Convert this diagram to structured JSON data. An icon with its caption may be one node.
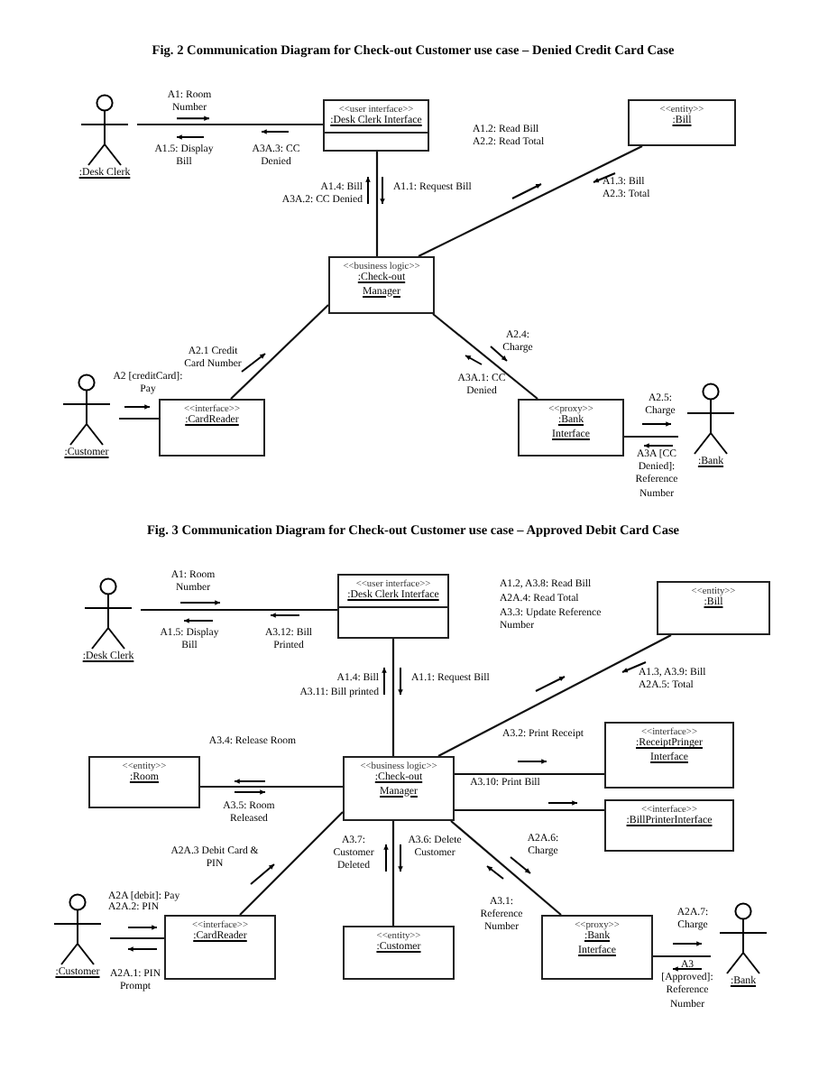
{
  "diagram": {
    "nodes": [
      {
        "text": [
          ":Desk Clerk"
        ]
      },
      {
        "text": [
          "<<user interface>>",
          ":Desk Clerk Interface"
        ]
      },
      {
        "text": [
          "<<entity>>",
          ":Bill"
        ]
      },
      {
        "text": [
          "<<business logic>>",
          ":Check-out Manager"
        ]
      },
      {
        "text": [
          ":Customer"
        ]
      },
      {
        "text": [
          "<<interface>>",
          ":CardReader"
        ]
      },
      {
        "text": [
          "<<proxy>>",
          ":Bank Interface"
        ]
      },
      {
        "text": [
          ":Bank"
        ]
      },
      {
        "text": [
          ":Desk Clerk"
        ]
      },
      {
        "text": [
          "<<user interface>>",
          ":Desk Clerk Interface"
        ]
      },
      {
        "text": [
          "<<entity>>",
          ":Bill"
        ]
      },
      {
        "text": [
          "<<entity>>",
          ":Room"
        ]
      },
      {
        "text": [
          "<<business logic>>",
          ":Check-out Manager"
        ]
      },
      {
        "text": [
          "<<interface>>",
          ":ReceiptPringer Interface"
        ]
      },
      {
        "text": [
          "<<interface>>",
          ":BillPrinterInterface"
        ]
      },
      {
        "text": [
          ":Customer"
        ]
      },
      {
        "text": [
          "<<interface>>",
          ":CardReader"
        ]
      },
      {
        "text": [
          "<<entity>>",
          ":Customer"
        ]
      },
      {
        "text": [
          "<<proxy>>",
          ":Bank Interface"
        ]
      },
      {
        "text": [
          ":Bank"
        ]
      }
    ],
    "edges": [
      {
        "from": 0,
        "to": 1,
        "arrow": "none"
      },
      {
        "from": 1,
        "to": 3,
        "arrow": "none"
      },
      {
        "from": 3,
        "to": 2,
        "arrow": "none"
      },
      {
        "from": 4,
        "to": 5,
        "arrow": "none"
      },
      {
        "from": 5,
        "to": 3,
        "arrow": "none"
      },
      {
        "from": 3,
        "to": 6,
        "arrow": "none"
      },
      {
        "from": 6,
        "to": 7,
        "arrow": "none"
      },
      {
        "from": 8,
        "to": 9,
        "arrow": "none"
      },
      {
        "from": 9,
        "to": 12,
        "arrow": "none"
      },
      {
        "from": 12,
        "to": 10,
        "arrow": "none"
      },
      {
        "from": 11,
        "to": 12,
        "arrow": "none"
      },
      {
        "from": 12,
        "to": 13,
        "arrow": "none"
      },
      {
        "from": 12,
        "to": 14,
        "arrow": "none"
      },
      {
        "from": 15,
        "to": 16,
        "arrow": "none"
      },
      {
        "from": 16,
        "to": 12,
        "arrow": "none"
      },
      {
        "from": 12,
        "to": 17,
        "arrow": "none"
      },
      {
        "from": 12,
        "to": 18,
        "arrow": "none"
      },
      {
        "from": 18,
        "to": 19,
        "arrow": "none"
      }
    ],
    "labels": [
      "Fig. 2 Communication Diagram for Check-out Customer use case – Denied Credit Card Case",
      "A1: Room Number",
      "A1.2: Read Bill",
      "A2.2: Read Total",
      "A1.5: Display Bill",
      "A3A.3: CC Denied",
      "A1.3: Bill",
      "A2.3: Total",
      "A1.4: Bill",
      "A3A.2: CC Denied",
      "A1.1: Request Bill",
      "A2.4: Charge",
      "A2.1 Credit Card Number",
      "A2 [creditCard]: Pay",
      "A3A.1: CC Denied",
      "A2.5: Charge",
      "A3A [CC Denied]: Reference Number",
      "Fig. 3 Communication Diagram for Check-out Customer use case – Approved Debit Card Case",
      "A1: Room Number",
      "A1.2, A3.8: Read Bill",
      "A2A.4: Read Total",
      "A3.3: Update Reference Number",
      "A1.5: Display Bill",
      "A3.12: Bill Printed",
      "A1.3, A3.9: Bill",
      "A2A.5: Total",
      "A1.4: Bill",
      "A3.11: Bill printed",
      "A1.1: Request Bill",
      "A3.2: Print Receipt",
      "A3.4: Release Room",
      "A3.10: Print Bill",
      "A3.5: Room Released",
      "A3.7: Customer Deleted",
      "A3.6: Delete Customer",
      "A2A.6: Charge",
      "A2A.3 Debit Card & PIN",
      "A2A [debit]: Pay",
      "A2A.2: PIN",
      "A3.1: Reference Number",
      "A2A.7: Charge",
      "A2A.1: PIN Prompt",
      "A3 [Approved]: Reference Number"
    ]
  }
}
